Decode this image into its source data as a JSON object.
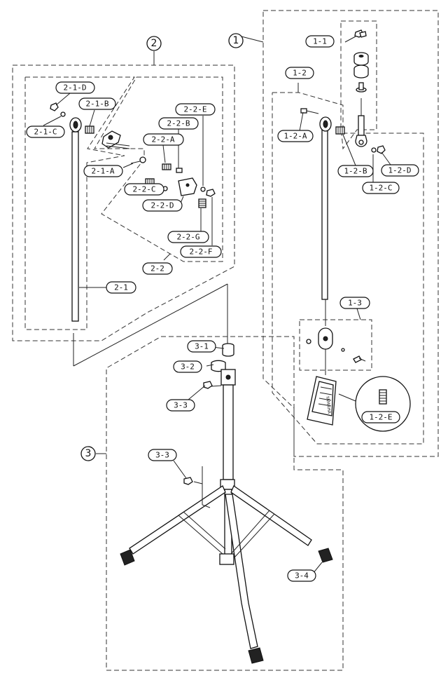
{
  "groups": {
    "g1": "1",
    "g2": "2",
    "g3": "3"
  },
  "labels": {
    "p1_1": "1-1",
    "p1_2": "1-2",
    "p1_2_A": "1-2-A",
    "p1_2_B": "1-2-B",
    "p1_2_C": "1-2-C",
    "p1_2_D": "1-2-D",
    "p1_2_E": "1-2-E",
    "p1_3": "1-3",
    "p2_1": "2-1",
    "p2_1_A": "2-1-A",
    "p2_1_B": "2-1-B",
    "p2_1_C": "2-1-C",
    "p2_1_D": "2-1-D",
    "p2_2": "2-2",
    "p2_2_A": "2-2-A",
    "p2_2_B": "2-2-B",
    "p2_2_C": "2-2-C",
    "p2_2_D": "2-2-D",
    "p2_2_E": "2-2-E",
    "p2_2_F": "2-2-F",
    "p2_2_G": "2-2-G",
    "p3_1": "3-1",
    "p3_2": "3-2",
    "p3_3a": "3-3",
    "p3_3b": "3-3",
    "p3_4": "3-4"
  },
  "pedal_text": "YAMAHA"
}
